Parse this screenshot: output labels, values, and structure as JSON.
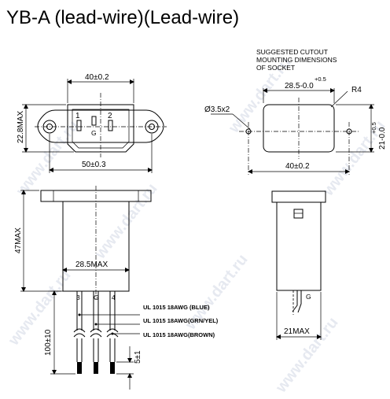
{
  "title": "YB-A (lead-wire)(Lead-wire)",
  "watermark": "www.dart.ru",
  "front_view": {
    "width_top": "40±0.2",
    "width_bottom": "50±0.3",
    "height": "22.8MAX",
    "pin1": "1",
    "pin2": "2",
    "pin_g": "G"
  },
  "cutout": {
    "heading_line1": "SUGGESTED CUTOUT",
    "heading_line2": "MOUNTING DIMENSIONS",
    "heading_line3": "OF SOCKET",
    "width_tol_plus": "+0.5",
    "width_value": "28.5-0.0",
    "radius": "R4",
    "hole": "Ø3.5x2",
    "height_tol_plus": "+0.5",
    "height_value": "21-0.0",
    "pitch": "40±0.2"
  },
  "side_view": {
    "height": "47MAX",
    "body_width": "28.5MAX",
    "wire_length": "100±10",
    "strip_length": "5±1",
    "pin3": "3",
    "pin_g": "G",
    "pin4": "4",
    "wire_blue": "UL 1015 18AWG (BLUE)",
    "wire_grnyel": "UL 1015 18AWG(GRN/YEL)",
    "wire_brown": "UL 1015 18AWG(BROWN)"
  },
  "end_view": {
    "pin_g": "G",
    "depth": "21MAX"
  }
}
